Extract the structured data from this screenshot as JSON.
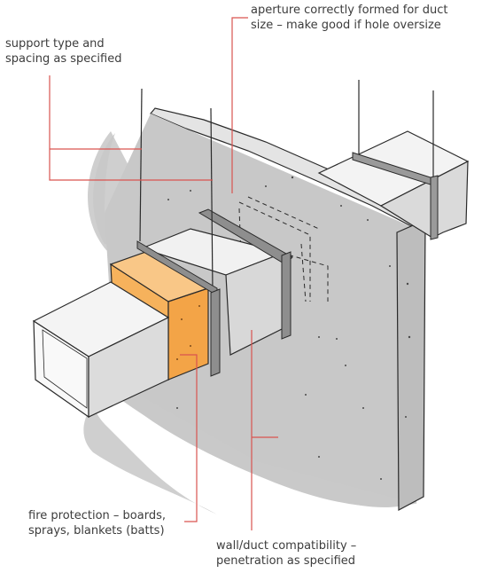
{
  "annotations": {
    "support": {
      "line1": "support type and",
      "line2": "spacing as specified"
    },
    "aperture": {
      "line1": "aperture correctly formed for duct",
      "line2": "size – make good if hole oversize"
    },
    "fire_protection": {
      "line1": "fire protection – boards,",
      "line2": "sprays, blankets (batts)"
    },
    "wall_duct": {
      "line1": "wall/duct compatibility –",
      "line2": "penetration as specified"
    }
  },
  "colors": {
    "leader_line": "#d9534f",
    "wall_shadow": "#cfcfcf",
    "wall_face": "#c8c8c8",
    "wall_top": "#e4e4e4",
    "duct_top": "#f3f3f3",
    "duct_side": "#dadada",
    "fire_protection": "#f6b25c",
    "sketch_line": "#2a2a2a"
  }
}
